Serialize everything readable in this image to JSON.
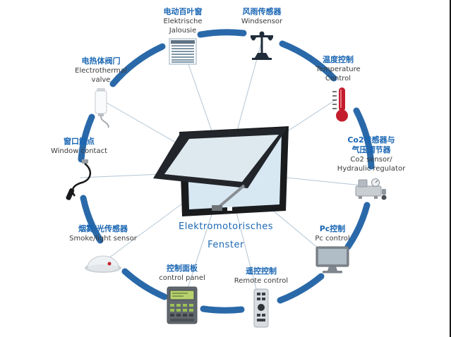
{
  "center": {
    "title_line1": "Elektromotorisches",
    "title_line2": "Fenster"
  },
  "nodes": [
    {
      "icon": "jalousie-icon",
      "zh": [
        "电动百叶窗"
      ],
      "en": [
        "Elektrische",
        "Jalousie"
      ]
    },
    {
      "icon": "wind-sensor-icon",
      "zh": [
        "风雨传感器"
      ],
      "en": [
        "Windsensor"
      ]
    },
    {
      "icon": "thermometer-icon",
      "zh": [
        "温度控制"
      ],
      "en": [
        "Temperature",
        "Control"
      ]
    },
    {
      "icon": "co2-sensor-icon",
      "zh": [
        "Co2传感器与",
        "气压调节器"
      ],
      "en": [
        "Co2 sensor/",
        "Hydraulic regulator"
      ]
    },
    {
      "icon": "pc-monitor-icon",
      "zh": [
        "Pc控制"
      ],
      "en": [
        "Pc control"
      ]
    },
    {
      "icon": "remote-control-icon",
      "zh": [
        "遥控控制"
      ],
      "en": [
        "Remote control"
      ]
    },
    {
      "icon": "control-panel-icon",
      "zh": [
        "控制面板"
      ],
      "en": [
        "control panel"
      ]
    },
    {
      "icon": "smoke-light-sensor-icon",
      "zh": [
        "烟雾/光传感器"
      ],
      "en": [
        "Smoke/light sensor"
      ]
    },
    {
      "icon": "window-contact-icon",
      "zh": [
        "窗口触点"
      ],
      "en": [
        "Window contact"
      ]
    },
    {
      "icon": "electrothermal-valve-icon",
      "zh": [
        "电热体阀门"
      ],
      "en": [
        "Electrothermal",
        "valve"
      ]
    }
  ],
  "colors": {
    "ring_blue": "#2a69a9",
    "label_blue": "#1a66b3",
    "label_dark": "#3a3a3a",
    "glass_blue": "#d7e8f3",
    "frame_dark": "#191b1d"
  }
}
